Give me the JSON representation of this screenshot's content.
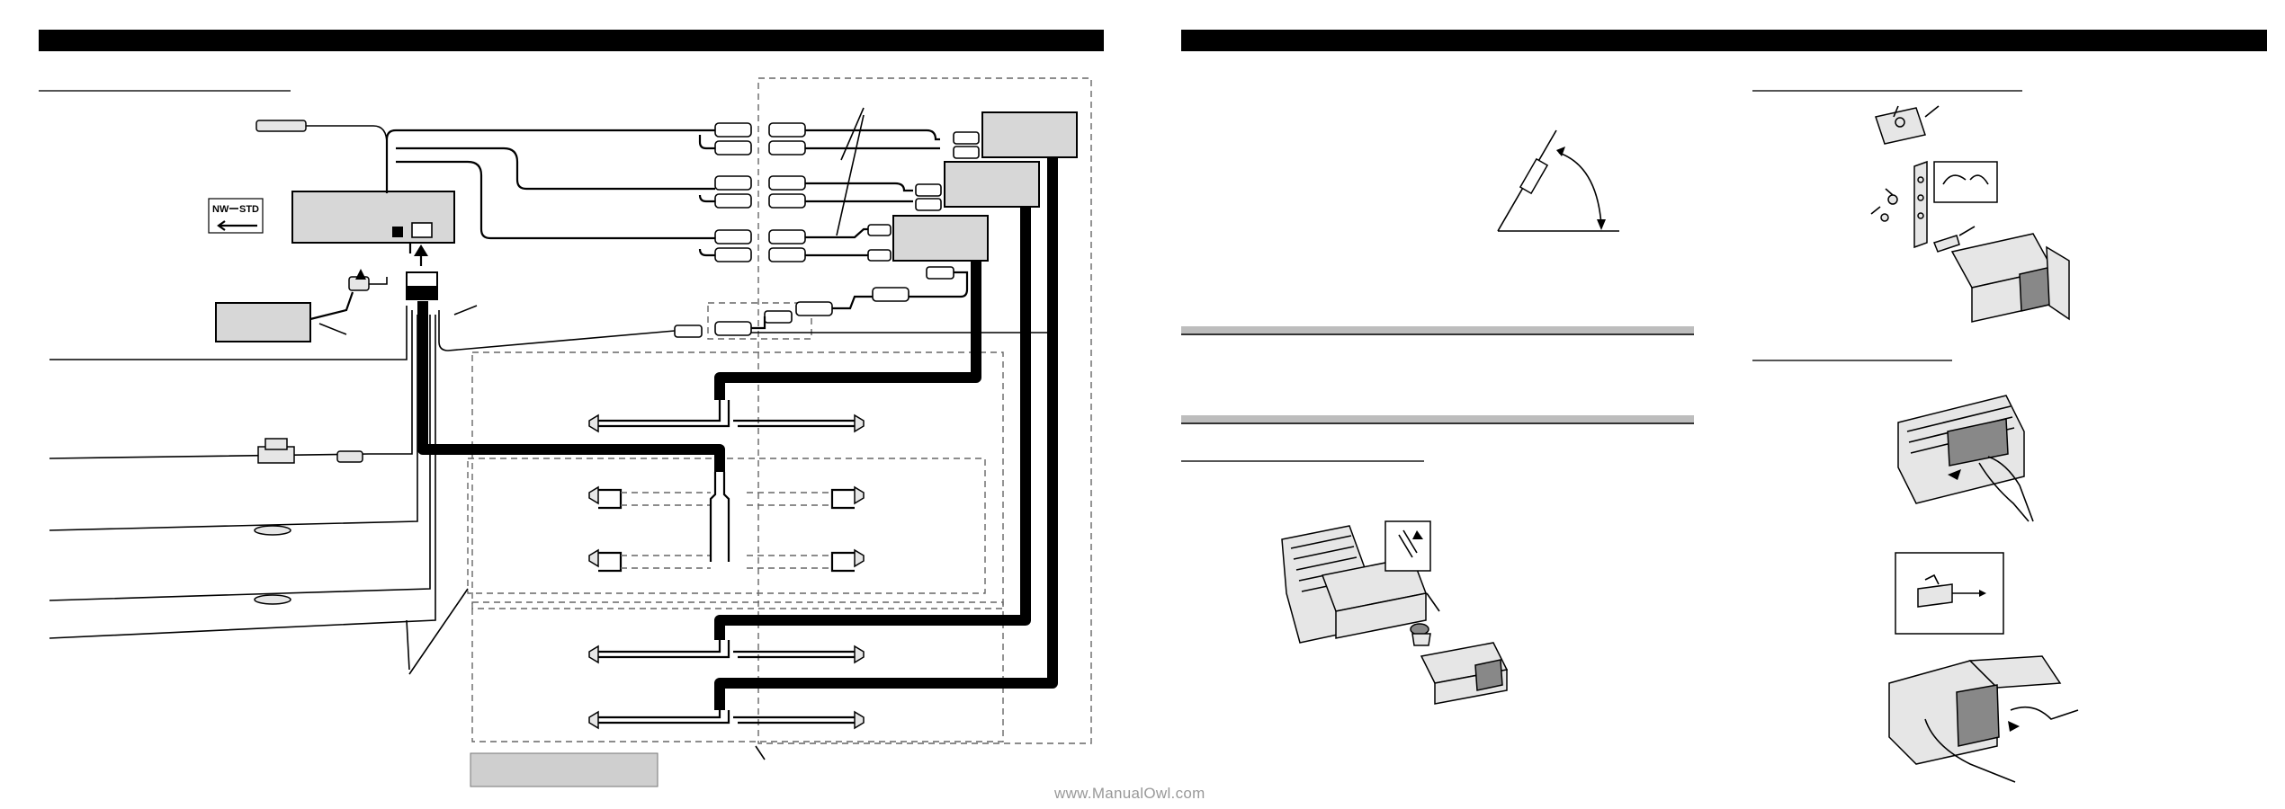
{
  "diagram": {
    "switch_label_nw": "NW",
    "switch_label_std": "STD"
  },
  "footer": {
    "watermark": "www.ManualOwl.com"
  }
}
